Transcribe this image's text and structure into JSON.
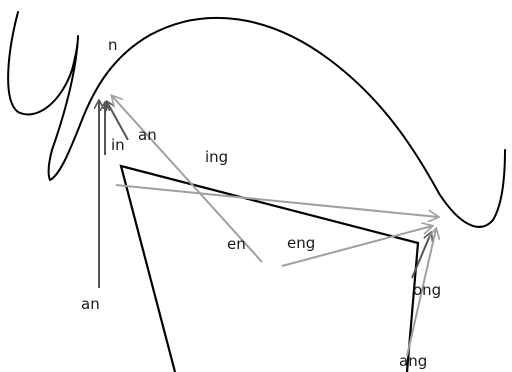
{
  "labels": {
    "n": "n",
    "an_upper": "an",
    "in": "in",
    "ing": "ing",
    "en": "en",
    "eng": "eng",
    "an_lower": "an",
    "ong": "ong",
    "ang": "ang"
  },
  "colors": {
    "line": "#000000",
    "arrow_dark": "#555555",
    "arrow_light": "#a0a0a0",
    "text": "#1a1a1a"
  }
}
